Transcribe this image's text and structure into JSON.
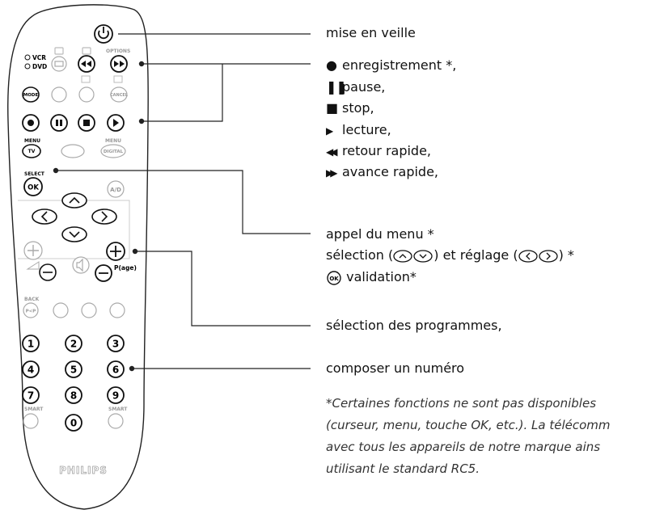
{
  "remote": {
    "leds": [
      "VCR",
      "DVD"
    ],
    "small_labels": {
      "options": "OPTIONS",
      "mode": "MODE",
      "cancel": "CANCEL",
      "menu_left": "MENU",
      "tv": "TV",
      "menu_right": "MENU",
      "digital": "DIGITAL",
      "select": "SELECT",
      "ok": "OK",
      "ad": "A/D",
      "page": "P(age)",
      "back": "BACK",
      "pp": "P<P",
      "smart_left": "SMART",
      "smart_right": "SMART",
      "brand": "PHILIPS"
    },
    "digits": [
      "1",
      "2",
      "3",
      "4",
      "5",
      "6",
      "7",
      "8",
      "9",
      "0"
    ]
  },
  "labels": {
    "standby": "mise en veille",
    "record": "enregistrement *,",
    "pause": "pause,",
    "stop": "stop,",
    "play": "lecture,",
    "rewind": "retour rapide,",
    "forward": "avance rapide,",
    "menu": "appel du menu *",
    "select_prefix": "sélection (",
    "select_mid": ") et réglage (",
    "select_suffix": ") *",
    "ok_icon": "OK",
    "validate": "validation*",
    "programs": "sélection des programmes,",
    "number": "composer un numéro"
  },
  "note": {
    "line1": "*Certaines fonctions ne sont pas disponibles",
    "line2": "(curseur, menu, touche OK, etc.). La télécomm",
    "line3": "avec tous les appareils de notre marque ains",
    "line4": "utilisant le standard RC5."
  },
  "icons": [
    "power-icon",
    "rewind-icon",
    "forward-icon",
    "record-icon",
    "pause-icon",
    "stop-icon",
    "play-icon",
    "up-arrow-icon",
    "down-arrow-icon",
    "left-arrow-icon",
    "right-arrow-icon",
    "plus-icon",
    "minus-icon",
    "mute-icon",
    "ok-icon"
  ]
}
